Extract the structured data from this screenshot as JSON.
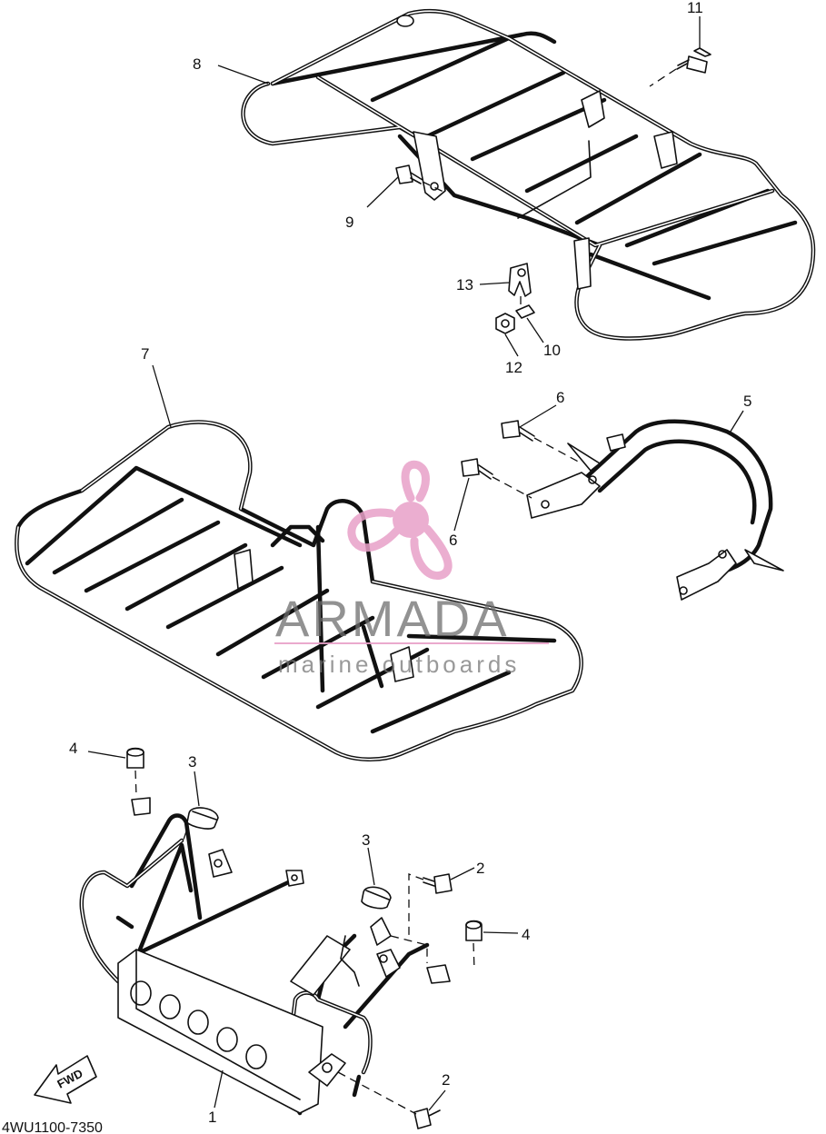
{
  "diagram_code": "4WU1100-7350",
  "fwd_label": "FWD",
  "watermark": {
    "brand": "ARMADA",
    "tagline": "marine outboards",
    "accent": "#e8a0c8"
  },
  "callouts": {
    "c1": "1",
    "c2a": "2",
    "c2b": "2",
    "c3a": "3",
    "c3b": "3",
    "c4a": "4",
    "c4b": "4",
    "c5": "5",
    "c6a": "6",
    "c6b": "6",
    "c7": "7",
    "c8": "8",
    "c9": "9",
    "c10": "10",
    "c11": "11",
    "c12": "12",
    "c13": "13"
  }
}
